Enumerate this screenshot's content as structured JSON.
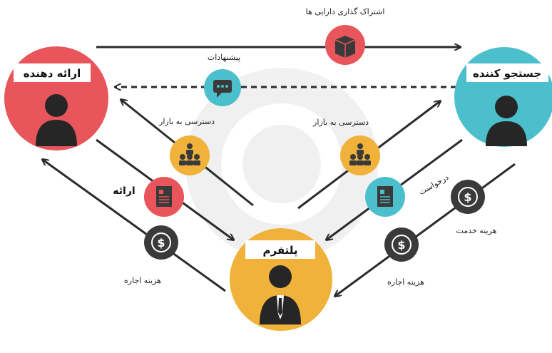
{
  "nodes": {
    "provider": {
      "label": "ارائه دهنده",
      "color": "#e8555a"
    },
    "seeker": {
      "label": "جستجو کننده",
      "color": "#4bbfcc"
    },
    "platform": {
      "label": "پلتفرم",
      "color": "#f0b23a"
    }
  },
  "edges": {
    "asset_sharing": "اشتراک گذاری دارایی ها",
    "offers": "پیشنهادات",
    "market_access_left": "دسترسی به بازار",
    "market_access_right": "دسترسی به بازار",
    "offer": "ارائه",
    "request": "درخواست",
    "rent_fee_left": "هزینه اجاره",
    "rent_fee_right": "هزینه اجاره",
    "service_fee": "هزینه خدمت"
  },
  "icons": {
    "asset": "box-icon",
    "offers": "chat-bubble-icon",
    "market": "group-icon",
    "document": "document-icon",
    "money": "dollar-icon",
    "person": "person-icon",
    "manager": "businessman-icon"
  },
  "colors": {
    "red": "#e8555a",
    "teal": "#4bbfcc",
    "gold": "#f0b23a",
    "dark": "#3a3a3a",
    "arrow": "#2b2b2b"
  }
}
